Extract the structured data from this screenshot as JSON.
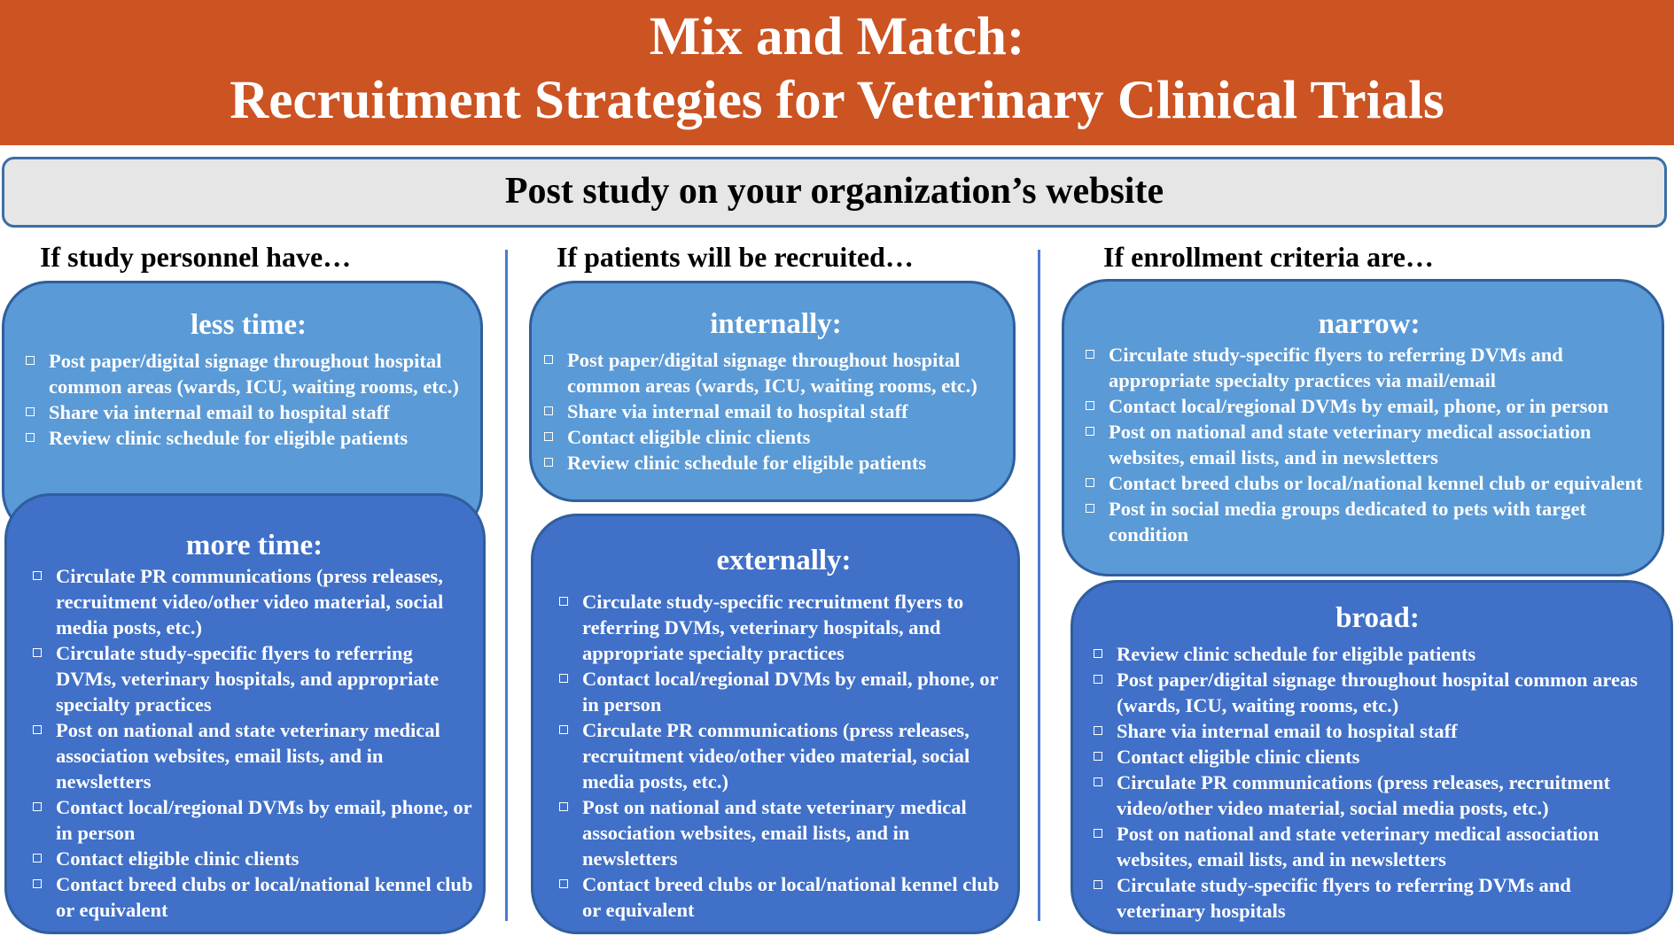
{
  "title": {
    "line1": "Mix and Match:",
    "line2": "Recruitment Strategies for Veterinary Clinical Trials"
  },
  "subtitle": "Post study on your organization’s website",
  "columns": [
    {
      "heading": "If study personnel have…",
      "cards": [
        {
          "title": "less time:",
          "items": [
            "Post paper/digital signage throughout hospital common areas (wards, ICU, waiting rooms, etc.)",
            "Share via internal email to hospital staff",
            "Review clinic schedule for eligible patients"
          ]
        },
        {
          "title": "more time:",
          "items": [
            "Circulate PR communications (press releases, recruitment video/other video material, social media posts, etc.)",
            "Circulate study-specific flyers to referring DVMs, veterinary hospitals, and appropriate specialty practices",
            "Post on national and state veterinary medical association websites, email lists, and in newsletters",
            "Contact local/regional DVMs by email, phone, or in person",
            "Contact eligible clinic clients",
            "Contact breed clubs or local/national kennel club or equivalent"
          ]
        }
      ]
    },
    {
      "heading": "If patients will be recruited…",
      "cards": [
        {
          "title": "internally:",
          "items": [
            "Post paper/digital signage throughout hospital common areas (wards, ICU, waiting rooms, etc.)",
            "Share via internal email to hospital staff",
            "Contact eligible clinic clients",
            "Review clinic schedule for eligible patients"
          ]
        },
        {
          "title": "externally:",
          "items": [
            "Circulate study-specific recruitment flyers to referring DVMs, veterinary hospitals, and appropriate specialty practices",
            "Contact local/regional DVMs by email, phone, or in person",
            "Circulate PR communications (press releases, recruitment video/other video material, social media posts, etc.)",
            "Post on national and state veterinary medical association websites, email lists, and in newsletters",
            "Contact breed clubs or local/national kennel club or equivalent"
          ]
        }
      ]
    },
    {
      "heading": "If enrollment criteria are…",
      "cards": [
        {
          "title": "narrow:",
          "items": [
            "Circulate study-specific flyers to referring DVMs and appropriate specialty practices via mail/email",
            "Contact local/regional DVMs by email, phone, or in person",
            "Post on national and state veterinary medical association websites, email lists, and in newsletters",
            "Contact breed clubs or local/national kennel club or equivalent",
            "Post in social media groups dedicated to pets with target condition"
          ]
        },
        {
          "title": "broad:",
          "items": [
            "Review clinic schedule for eligible patients",
            "Post paper/digital signage throughout hospital common areas (wards, ICU, waiting rooms, etc.)",
            "Share via internal email to hospital staff",
            "Contact eligible clinic clients",
            "Circulate PR communications (press releases, recruitment video/other video material, social media posts, etc.)",
            "Post on national and state veterinary medical association websites, email lists, and in newsletters",
            "Circulate study-specific flyers to referring DVMs and veterinary hospitals"
          ]
        }
      ]
    }
  ],
  "colors": {
    "title_banner": "#cc5322",
    "subtitle_fill": "#e6e6e6",
    "card_light": "#5a9ad6",
    "card_dark": "#4070c8",
    "divider": "#4a7ccd"
  }
}
